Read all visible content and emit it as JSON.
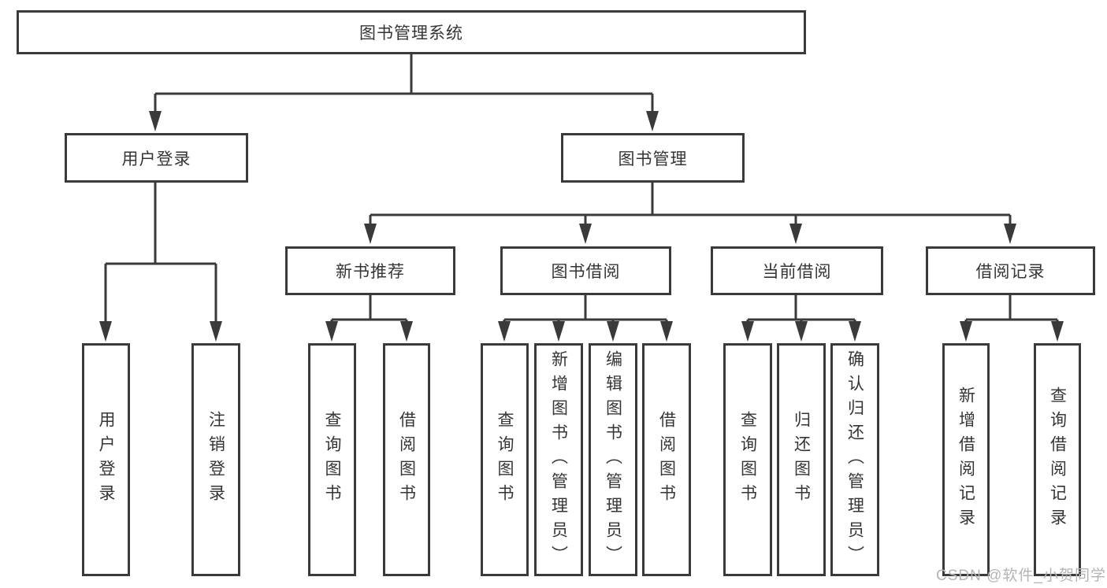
{
  "diagram_title": "图书管理系统",
  "watermark": "CSDN @软件_小贺同学",
  "colors": {
    "line": "#3a3a3a",
    "box_border": "#3a3a3a",
    "text": "#353535",
    "watermark_text": "#b4b4b4",
    "background": "#ffffff"
  },
  "tree": {
    "label": "图书管理系统",
    "children": [
      {
        "label": "用户登录",
        "children": [
          {
            "label": "用户登录"
          },
          {
            "label": "注销登录"
          }
        ]
      },
      {
        "label": "图书管理",
        "children": [
          {
            "label": "新书推荐",
            "children": [
              {
                "label": "查询图书"
              },
              {
                "label": "借阅图书"
              }
            ]
          },
          {
            "label": "图书借阅",
            "children": [
              {
                "label": "查询图书"
              },
              {
                "label": "新增图书（管理员）"
              },
              {
                "label": "编辑图书（管理员）"
              },
              {
                "label": "借阅图书"
              }
            ]
          },
          {
            "label": "当前借阅",
            "children": [
              {
                "label": "查询图书"
              },
              {
                "label": "归还图书"
              },
              {
                "label": "确认归还（管理员）"
              }
            ]
          },
          {
            "label": "借阅记录",
            "children": [
              {
                "label": "新增借阅记录"
              },
              {
                "label": "查询借阅记录"
              }
            ]
          }
        ]
      }
    ]
  }
}
